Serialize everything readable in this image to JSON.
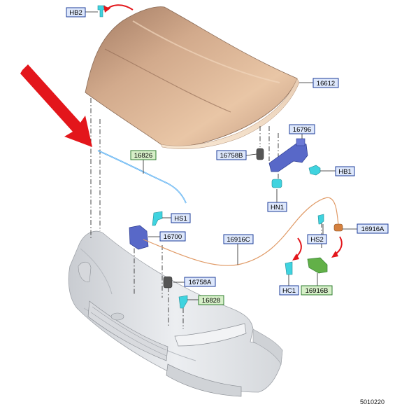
{
  "labels": {
    "hb2": "HB2",
    "p16612": "16612",
    "p16796": "16796",
    "p16758b": "16758B",
    "hb1": "HB1",
    "hn1": "HN1",
    "p16826": "16826",
    "hs1": "HS1",
    "p16700": "16700",
    "p16916c": "16916C",
    "hs2": "HS2",
    "p16916a": "16916A",
    "p16758a": "16758A",
    "p16828": "16828",
    "hc1": "HC1",
    "p16916b": "16916B"
  },
  "reference_number": "5010220",
  "colors": {
    "blue_tag_fill": "#dde7fb",
    "blue_tag_border": "#1d3c99",
    "green_tag_fill": "#d6efc8",
    "green_tag_border": "#2f7d2f",
    "hood": "#c99e82",
    "bumper": "#e4e6e9",
    "latch": "#5868c8",
    "cable": "#e09a66",
    "clip_cyan": "#3fd3df",
    "arrow_red": "#e3161b",
    "bracket_green": "#62b048"
  },
  "icons": [
    "curved-arrow-icon",
    "pointer-arrow-icon"
  ]
}
